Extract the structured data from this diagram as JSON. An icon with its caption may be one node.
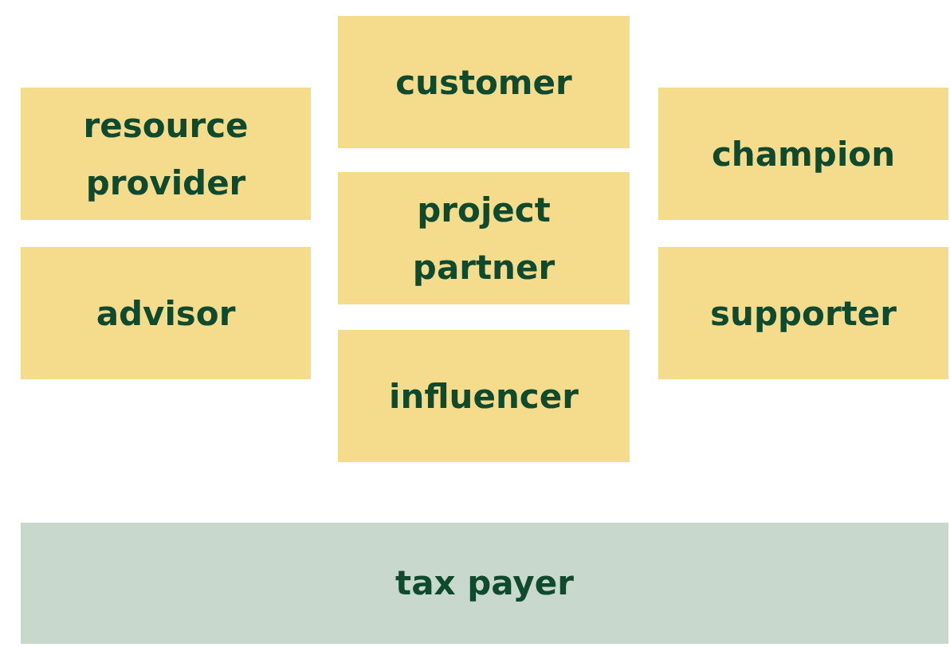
{
  "diagram": {
    "nodes": [
      {
        "text": [
          "customer"
        ]
      },
      {
        "text": [
          "resource provider"
        ]
      },
      {
        "text": [
          "champion"
        ]
      },
      {
        "text": [
          "project partner"
        ]
      },
      {
        "text": [
          "advisor"
        ]
      },
      {
        "text": [
          "supporter"
        ]
      },
      {
        "text": [
          "influencer"
        ]
      },
      {
        "text": [
          "tax payer"
        ]
      }
    ]
  }
}
